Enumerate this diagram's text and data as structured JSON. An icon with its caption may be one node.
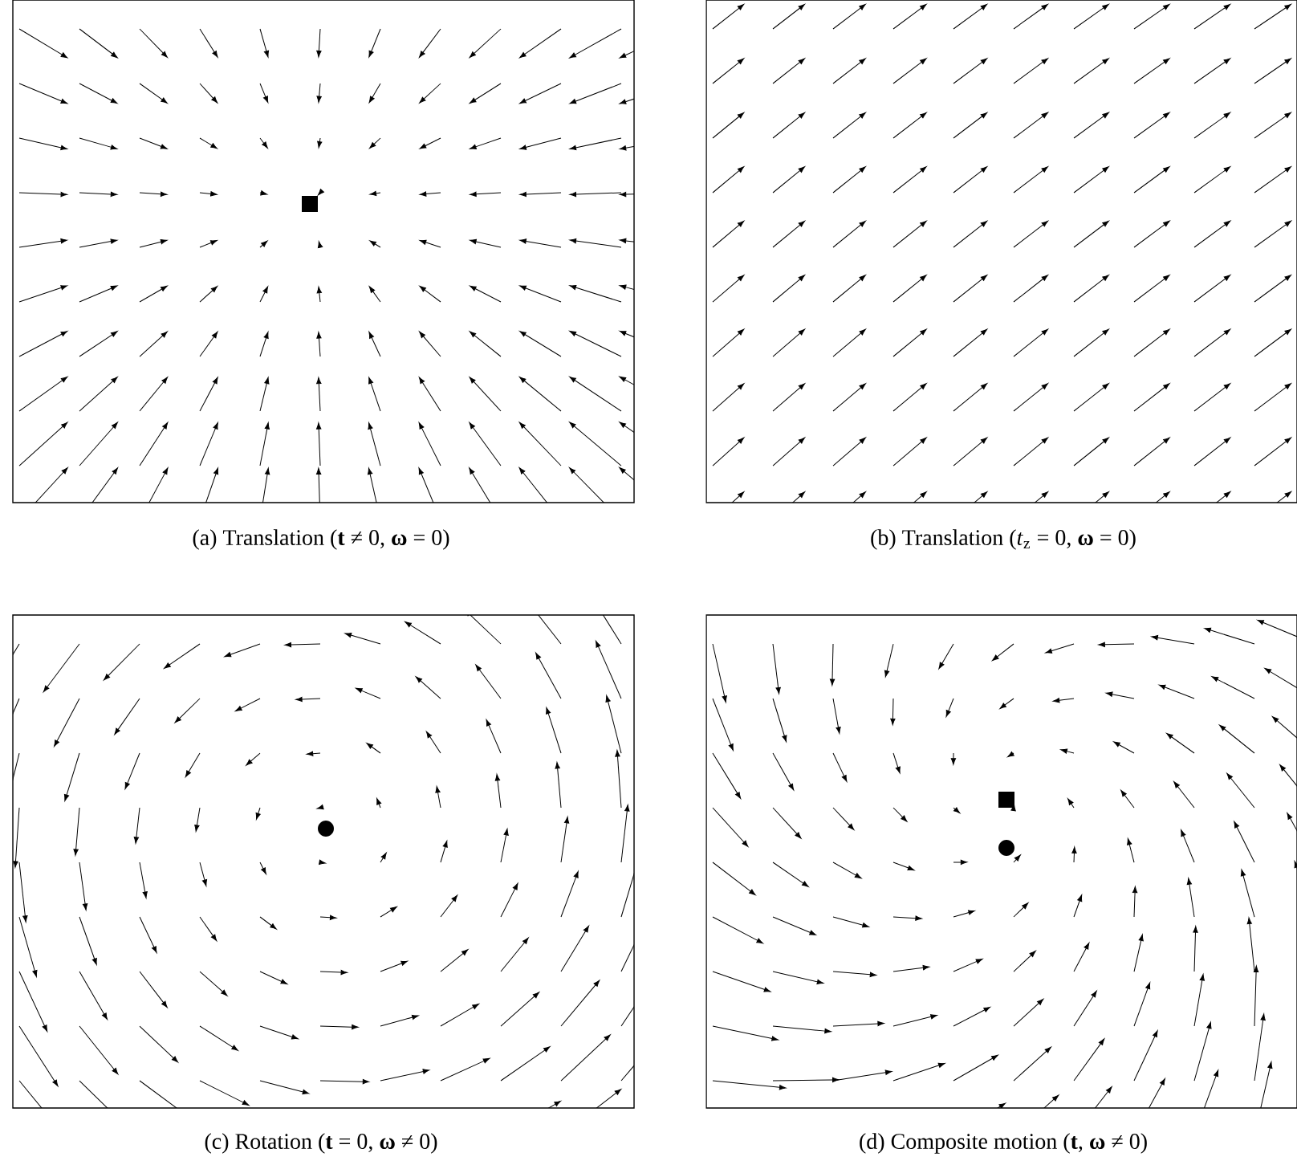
{
  "diagram": {
    "labels": [
      "(a) Translation (**t** ≠ 0, **ω** = 0)",
      "(b) Translation (*t*$_{z}$ = 0, **ω** = 0)",
      "(c) Rotation (**t** = 0, **ω** ≠ 0)",
      "(d) Composite motion (**t**, **ω** ≠ 0)"
    ]
  }
}
